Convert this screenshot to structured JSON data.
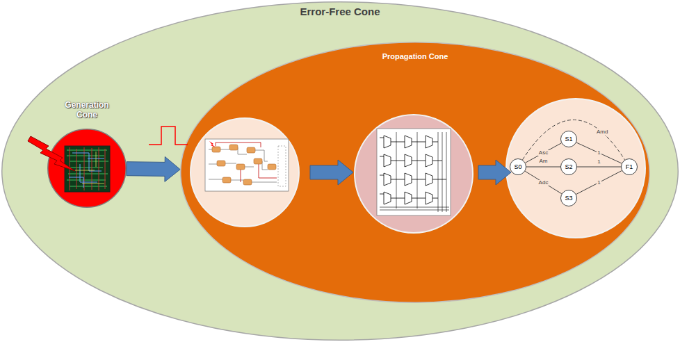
{
  "diagram": {
    "nodes": [
      {
        "text": [
          "Error-Free Cone"
        ]
      },
      {
        "text": [
          "Generation Cone"
        ],
        "in": 0
      },
      {
        "text": [
          "Propagation Cone"
        ],
        "in": 0
      },
      {
        "text": [
          "S0"
        ],
        "in": 2
      },
      {
        "text": [
          "S1"
        ],
        "in": 2
      },
      {
        "text": [
          "S2"
        ],
        "in": 2
      },
      {
        "text": [
          "S3"
        ],
        "in": 2
      },
      {
        "text": [
          "F1"
        ],
        "in": 2
      }
    ],
    "edges": [
      {
        "from": 1,
        "to": 2,
        "arrow": "to"
      },
      {
        "from": 3,
        "to": 4,
        "label": "Asc",
        "arrow": "none"
      },
      {
        "from": 3,
        "to": 5,
        "label": "Am",
        "arrow": "none"
      },
      {
        "from": 3,
        "to": 6,
        "label": "Adc",
        "arrow": "none"
      },
      {
        "from": 4,
        "to": 7,
        "label": "1",
        "arrow": "none"
      },
      {
        "from": 5,
        "to": 7,
        "label": "1",
        "arrow": "none"
      },
      {
        "from": 6,
        "to": 7,
        "label": "1",
        "arrow": "none"
      },
      {
        "from": 3,
        "to": 7,
        "label": "Amd",
        "arrow": "none"
      }
    ]
  }
}
